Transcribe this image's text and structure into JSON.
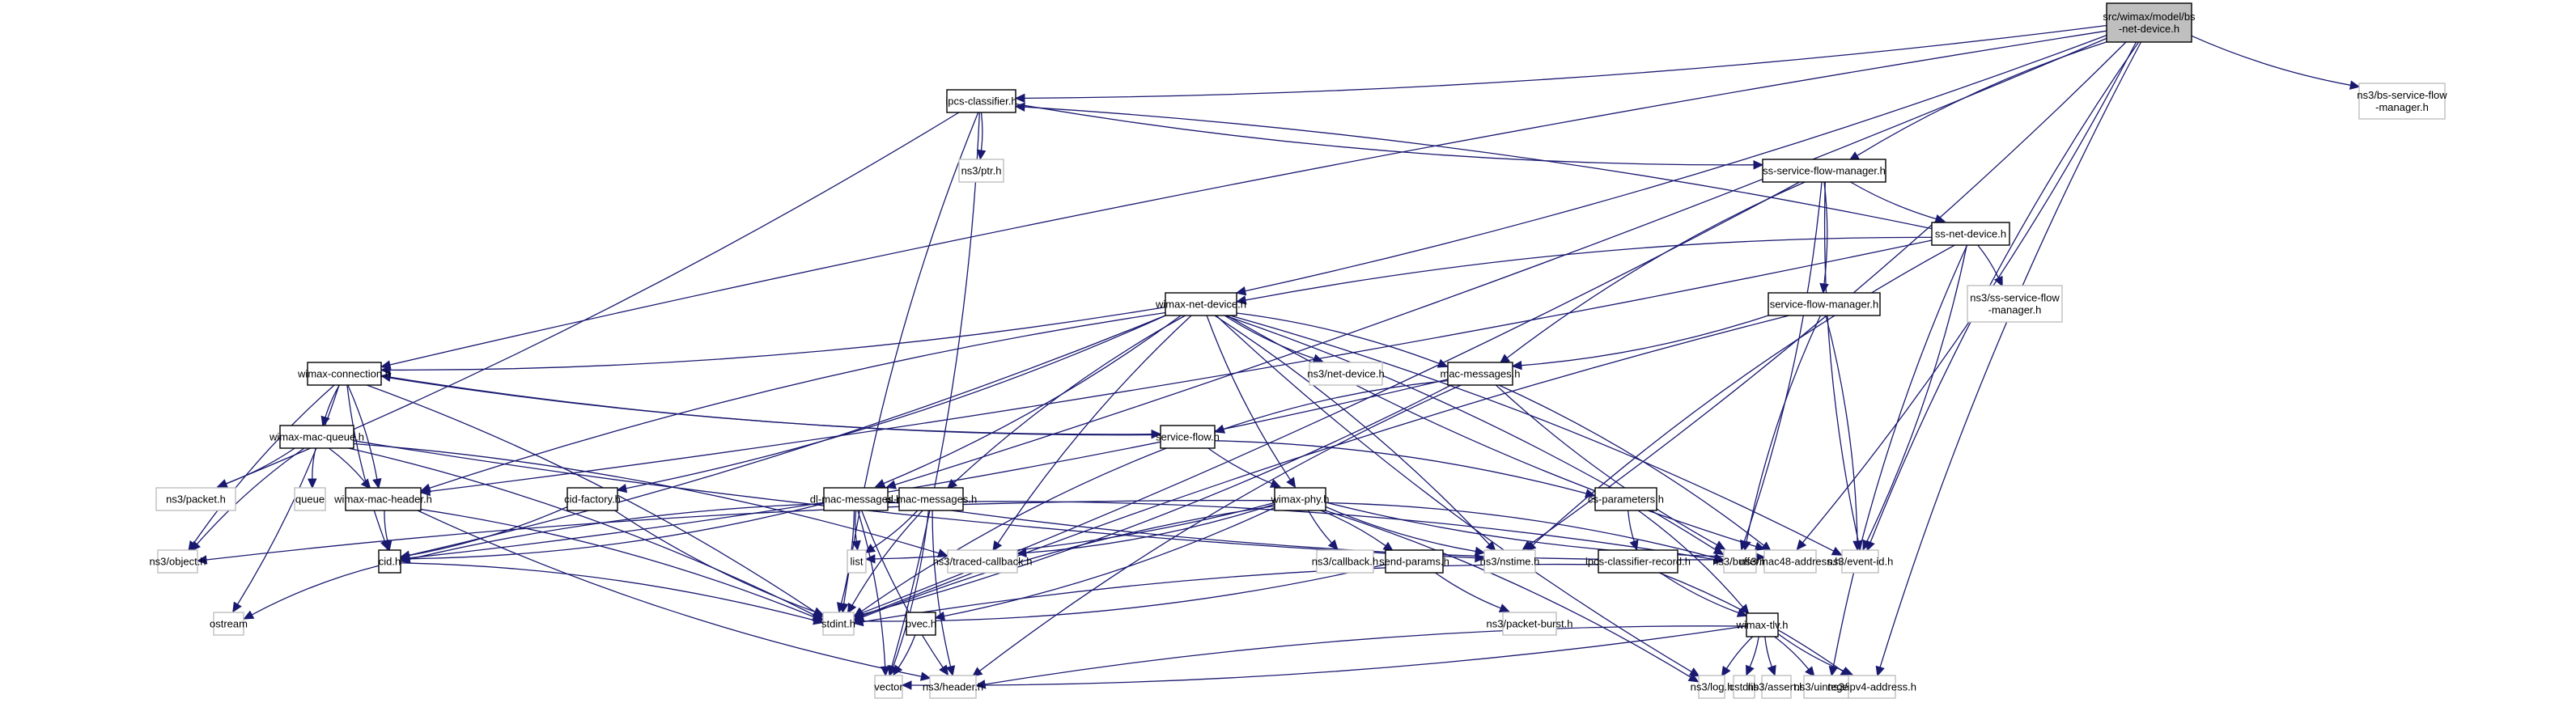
{
  "title": "Include dependency graph for src/wimax/model/bs-net-device.h",
  "colors": {
    "edge": "#191970",
    "root_fill": "#bfbfbf",
    "local_border": "#000000",
    "external_border": "#bfbfbf"
  },
  "nodes": [
    {
      "id": "root",
      "label": [
        "src/wimax/model/bs",
        "-net-device.h"
      ],
      "kind": "root"
    },
    {
      "id": "ipcs-classifier",
      "label": [
        "ipcs-classifier.h"
      ],
      "kind": "local"
    },
    {
      "id": "ptr",
      "label": [
        "ns3/ptr.h"
      ],
      "kind": "ext"
    },
    {
      "id": "bs-service-flow-manager",
      "label": [
        "ns3/bs-service-flow",
        "-manager.h"
      ],
      "kind": "ext"
    },
    {
      "id": "ss-service-flow-manager",
      "label": [
        "ss-service-flow-manager.h"
      ],
      "kind": "local"
    },
    {
      "id": "ss-net-device",
      "label": [
        "ss-net-device.h"
      ],
      "kind": "local"
    },
    {
      "id": "ns3-ss-service-flow-manager",
      "label": [
        "ns3/ss-service-flow",
        "-manager.h"
      ],
      "kind": "ext"
    },
    {
      "id": "service-flow-manager",
      "label": [
        "service-flow-manager.h"
      ],
      "kind": "local"
    },
    {
      "id": "wimax-net-device",
      "label": [
        "wimax-net-device.h"
      ],
      "kind": "local"
    },
    {
      "id": "net-device",
      "label": [
        "ns3/net-device.h"
      ],
      "kind": "ext"
    },
    {
      "id": "mac-messages",
      "label": [
        "mac-messages.h"
      ],
      "kind": "local"
    },
    {
      "id": "wimax-connection",
      "label": [
        "wimax-connection.h"
      ],
      "kind": "local"
    },
    {
      "id": "service-flow",
      "label": [
        "service-flow.h"
      ],
      "kind": "local"
    },
    {
      "id": "wimax-mac-queue",
      "label": [
        "wimax-mac-queue.h"
      ],
      "kind": "local"
    },
    {
      "id": "packet",
      "label": [
        "ns3/packet.h"
      ],
      "kind": "ext"
    },
    {
      "id": "queue",
      "label": [
        "queue"
      ],
      "kind": "ext"
    },
    {
      "id": "wimax-mac-header",
      "label": [
        "wimax-mac-header.h"
      ],
      "kind": "local"
    },
    {
      "id": "cid-factory",
      "label": [
        "cid-factory.h"
      ],
      "kind": "local"
    },
    {
      "id": "dl-mac-messages",
      "label": [
        "dl-mac-messages.h"
      ],
      "kind": "local"
    },
    {
      "id": "ul-mac-messages",
      "label": [
        "ul-mac-messages.h"
      ],
      "kind": "local"
    },
    {
      "id": "wimax-phy",
      "label": [
        "wimax-phy.h"
      ],
      "kind": "local"
    },
    {
      "id": "cs-parameters",
      "label": [
        "cs-parameters.h"
      ],
      "kind": "local"
    },
    {
      "id": "object",
      "label": [
        "ns3/object.h"
      ],
      "kind": "ext"
    },
    {
      "id": "cid",
      "label": [
        "cid.h"
      ],
      "kind": "local"
    },
    {
      "id": "list",
      "label": [
        "list"
      ],
      "kind": "ext"
    },
    {
      "id": "traced-callback",
      "label": [
        "ns3/traced-callback.h"
      ],
      "kind": "ext"
    },
    {
      "id": "callback",
      "label": [
        "ns3/callback.h"
      ],
      "kind": "ext"
    },
    {
      "id": "send-params",
      "label": [
        "send-params.h"
      ],
      "kind": "local"
    },
    {
      "id": "nstime",
      "label": [
        "ns3/nstime.h"
      ],
      "kind": "ext"
    },
    {
      "id": "ipcs-classifier-record",
      "label": [
        "ipcs-classifier-record.h"
      ],
      "kind": "local"
    },
    {
      "id": "buffer",
      "label": [
        "ns3/buffer.h"
      ],
      "kind": "ext"
    },
    {
      "id": "mac48-address",
      "label": [
        "ns3/mac48-address.h"
      ],
      "kind": "ext"
    },
    {
      "id": "event-id",
      "label": [
        "ns3/event-id.h"
      ],
      "kind": "ext"
    },
    {
      "id": "ostream",
      "label": [
        "ostream"
      ],
      "kind": "ext"
    },
    {
      "id": "stdint",
      "label": [
        "stdint.h"
      ],
      "kind": "ext"
    },
    {
      "id": "bvec",
      "label": [
        "bvec.h"
      ],
      "kind": "local"
    },
    {
      "id": "packet-burst",
      "label": [
        "ns3/packet-burst.h"
      ],
      "kind": "ext"
    },
    {
      "id": "wimax-tlv",
      "label": [
        "wimax-tlv.h"
      ],
      "kind": "local"
    },
    {
      "id": "vector",
      "label": [
        "vector"
      ],
      "kind": "ext"
    },
    {
      "id": "header",
      "label": [
        "ns3/header.h"
      ],
      "kind": "ext"
    },
    {
      "id": "log",
      "label": [
        "ns3/log.h"
      ],
      "kind": "ext"
    },
    {
      "id": "cstdlib",
      "label": [
        "cstdlib"
      ],
      "kind": "ext"
    },
    {
      "id": "assert",
      "label": [
        "ns3/assert.h"
      ],
      "kind": "ext"
    },
    {
      "id": "uinteger",
      "label": [
        "ns3/uinteger.h"
      ],
      "kind": "ext"
    },
    {
      "id": "ipv4-address",
      "label": [
        "ns3/ipv4-address.h"
      ],
      "kind": "ext"
    }
  ],
  "edges": [
    [
      "root",
      "ipcs-classifier"
    ],
    [
      "root",
      "bs-service-flow-manager"
    ],
    [
      "root",
      "wimax-net-device"
    ],
    [
      "root",
      "wimax-connection"
    ],
    [
      "root",
      "dl-mac-messages"
    ],
    [
      "root",
      "event-id"
    ],
    [
      "root",
      "mac48-address"
    ],
    [
      "root",
      "ipv4-address"
    ],
    [
      "root",
      "nstime"
    ],
    [
      "root",
      "ss-service-flow-manager"
    ],
    [
      "ipcs-classifier",
      "ptr"
    ],
    [
      "ipcs-classifier",
      "stdint"
    ],
    [
      "ipcs-classifier",
      "packet"
    ],
    [
      "ipcs-classifier",
      "ss-service-flow-manager"
    ],
    [
      "ipcs-classifier",
      "vector"
    ],
    [
      "ss-service-flow-manager",
      "ss-net-device"
    ],
    [
      "ss-service-flow-manager",
      "service-flow-manager"
    ],
    [
      "ss-service-flow-manager",
      "mac-messages"
    ],
    [
      "ss-service-flow-manager",
      "buffer"
    ],
    [
      "ss-service-flow-manager",
      "event-id"
    ],
    [
      "ss-service-flow-manager",
      "stdint"
    ],
    [
      "ss-net-device",
      "ipcs-classifier"
    ],
    [
      "ss-net-device",
      "ns3-ss-service-flow-manager"
    ],
    [
      "ss-net-device",
      "wimax-net-device"
    ],
    [
      "ss-net-device",
      "wimax-mac-header"
    ],
    [
      "ss-net-device",
      "nstime"
    ],
    [
      "ss-net-device",
      "event-id"
    ],
    [
      "ss-net-device",
      "uinteger"
    ],
    [
      "service-flow-manager",
      "mac-messages"
    ],
    [
      "service-flow-manager",
      "buffer"
    ],
    [
      "service-flow-manager",
      "event-id"
    ],
    [
      "service-flow-manager",
      "stdint"
    ],
    [
      "wimax-net-device",
      "wimax-connection"
    ],
    [
      "wimax-net-device",
      "net-device"
    ],
    [
      "wimax-net-device",
      "mac-messages"
    ],
    [
      "wimax-net-device",
      "wimax-phy"
    ],
    [
      "wimax-net-device",
      "dl-mac-messages"
    ],
    [
      "wimax-net-device",
      "ul-mac-messages"
    ],
    [
      "wimax-net-device",
      "cid-factory"
    ],
    [
      "wimax-net-device",
      "wimax-mac-header"
    ],
    [
      "wimax-net-device",
      "cid"
    ],
    [
      "wimax-net-device",
      "traced-callback"
    ],
    [
      "wimax-net-device",
      "nstime"
    ],
    [
      "wimax-net-device",
      "mac48-address"
    ],
    [
      "wimax-net-device",
      "event-id"
    ],
    [
      "wimax-net-device",
      "log"
    ],
    [
      "wimax-net-device",
      "buffer"
    ],
    [
      "mac-messages",
      "service-flow"
    ],
    [
      "mac-messages",
      "cid"
    ],
    [
      "mac-messages",
      "buffer"
    ],
    [
      "mac-messages",
      "mac48-address"
    ],
    [
      "mac-messages",
      "header"
    ],
    [
      "mac-messages",
      "stdint"
    ],
    [
      "wimax-connection",
      "wimax-mac-queue"
    ],
    [
      "wimax-connection",
      "wimax-mac-header"
    ],
    [
      "wimax-connection",
      "object"
    ],
    [
      "wimax-connection",
      "ostream"
    ],
    [
      "wimax-connection",
      "cid"
    ],
    [
      "wimax-connection",
      "stdint"
    ],
    [
      "wimax-connection",
      "service-flow"
    ],
    [
      "service-flow",
      "wimax-connection"
    ],
    [
      "service-flow",
      "wimax-phy"
    ],
    [
      "service-flow",
      "cs-parameters"
    ],
    [
      "service-flow",
      "stdint"
    ],
    [
      "wimax-mac-queue",
      "packet"
    ],
    [
      "wimax-mac-queue",
      "queue"
    ],
    [
      "wimax-mac-queue",
      "wimax-mac-header"
    ],
    [
      "wimax-mac-queue",
      "object"
    ],
    [
      "wimax-mac-queue",
      "traced-callback"
    ],
    [
      "wimax-mac-queue",
      "nstime"
    ],
    [
      "wimax-mac-queue",
      "stdint"
    ],
    [
      "wimax-mac-header",
      "cid"
    ],
    [
      "wimax-mac-header",
      "stdint"
    ],
    [
      "wimax-mac-header",
      "header"
    ],
    [
      "cid-factory",
      "cid"
    ],
    [
      "cid-factory",
      "stdint"
    ],
    [
      "dl-mac-messages",
      "cid"
    ],
    [
      "dl-mac-messages",
      "list"
    ],
    [
      "dl-mac-messages",
      "stdint"
    ],
    [
      "dl-mac-messages",
      "buffer"
    ],
    [
      "dl-mac-messages",
      "vector"
    ],
    [
      "dl-mac-messages",
      "header"
    ],
    [
      "ul-mac-messages",
      "list"
    ],
    [
      "ul-mac-messages",
      "stdint"
    ],
    [
      "ul-mac-messages",
      "vector"
    ],
    [
      "ul-mac-messages",
      "header"
    ],
    [
      "ul-mac-messages",
      "buffer"
    ],
    [
      "ul-mac-messages",
      "cid"
    ],
    [
      "wimax-phy",
      "traced-callback"
    ],
    [
      "wimax-phy",
      "callback"
    ],
    [
      "wimax-phy",
      "send-params"
    ],
    [
      "wimax-phy",
      "nstime"
    ],
    [
      "wimax-phy",
      "bvec"
    ],
    [
      "wimax-phy",
      "stdint"
    ],
    [
      "wimax-phy",
      "list"
    ],
    [
      "wimax-phy",
      "object"
    ],
    [
      "wimax-phy",
      "log"
    ],
    [
      "wimax-phy",
      "mac48-address"
    ],
    [
      "wimax-phy",
      "buffer"
    ],
    [
      "cs-parameters",
      "ipcs-classifier-record"
    ],
    [
      "cs-parameters",
      "wimax-tlv"
    ],
    [
      "cid",
      "ostream"
    ],
    [
      "cid",
      "stdint"
    ],
    [
      "send-params",
      "packet-burst"
    ],
    [
      "send-params",
      "stdint"
    ],
    [
      "ipcs-classifier-record",
      "wimax-tlv"
    ],
    [
      "ipcs-classifier-record",
      "ipv4-address"
    ],
    [
      "ipcs-classifier-record",
      "stdint"
    ],
    [
      "bvec",
      "vector"
    ],
    [
      "wimax-tlv",
      "log"
    ],
    [
      "wimax-tlv",
      "cstdlib"
    ],
    [
      "wimax-tlv",
      "assert"
    ],
    [
      "wimax-tlv",
      "uinteger"
    ],
    [
      "wimax-tlv",
      "ipv4-address"
    ],
    [
      "wimax-tlv",
      "vector"
    ],
    [
      "wimax-tlv",
      "header"
    ]
  ]
}
